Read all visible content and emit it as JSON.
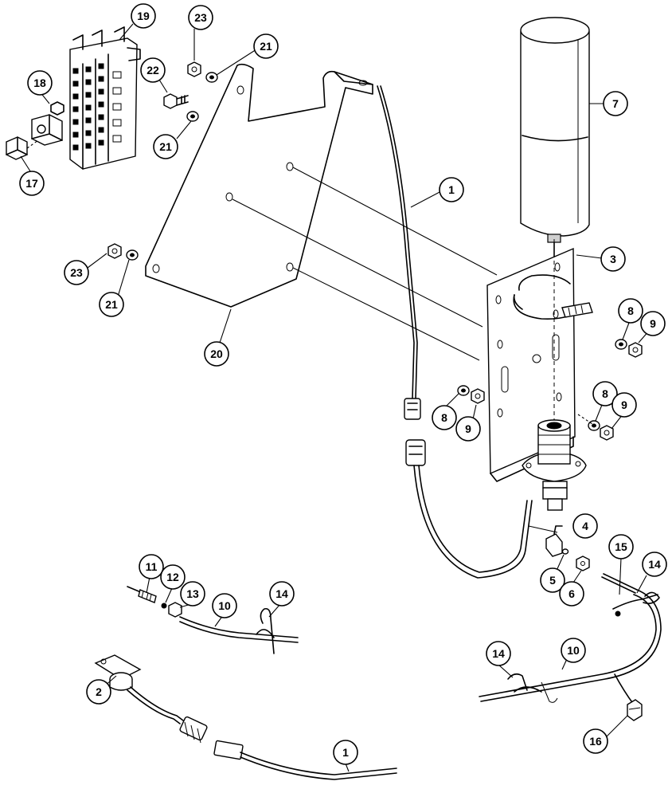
{
  "callouts": [
    {
      "id": "c1a",
      "label": "1"
    },
    {
      "id": "c1b",
      "label": "1"
    },
    {
      "id": "c2",
      "label": "2"
    },
    {
      "id": "c3",
      "label": "3"
    },
    {
      "id": "c4",
      "label": "4"
    },
    {
      "id": "c5",
      "label": "5"
    },
    {
      "id": "c6",
      "label": "6"
    },
    {
      "id": "c7",
      "label": "7"
    },
    {
      "id": "c8a",
      "label": "8"
    },
    {
      "id": "c8b",
      "label": "8"
    },
    {
      "id": "c8c",
      "label": "8"
    },
    {
      "id": "c9a",
      "label": "9"
    },
    {
      "id": "c9b",
      "label": "9"
    },
    {
      "id": "c9c",
      "label": "9"
    },
    {
      "id": "c10a",
      "label": "10"
    },
    {
      "id": "c10b",
      "label": "10"
    },
    {
      "id": "c11",
      "label": "11"
    },
    {
      "id": "c12",
      "label": "12"
    },
    {
      "id": "c13",
      "label": "13"
    },
    {
      "id": "c14a",
      "label": "14"
    },
    {
      "id": "c14b",
      "label": "14"
    },
    {
      "id": "c14c",
      "label": "14"
    },
    {
      "id": "c15",
      "label": "15"
    },
    {
      "id": "c16",
      "label": "16"
    },
    {
      "id": "c17",
      "label": "17"
    },
    {
      "id": "c18",
      "label": "18"
    },
    {
      "id": "c19",
      "label": "19"
    },
    {
      "id": "c20",
      "label": "20"
    },
    {
      "id": "c21a",
      "label": "21"
    },
    {
      "id": "c21b",
      "label": "21"
    },
    {
      "id": "c21c",
      "label": "21"
    },
    {
      "id": "c22",
      "label": "22"
    },
    {
      "id": "c23a",
      "label": "23"
    },
    {
      "id": "c23b",
      "label": "23"
    }
  ]
}
